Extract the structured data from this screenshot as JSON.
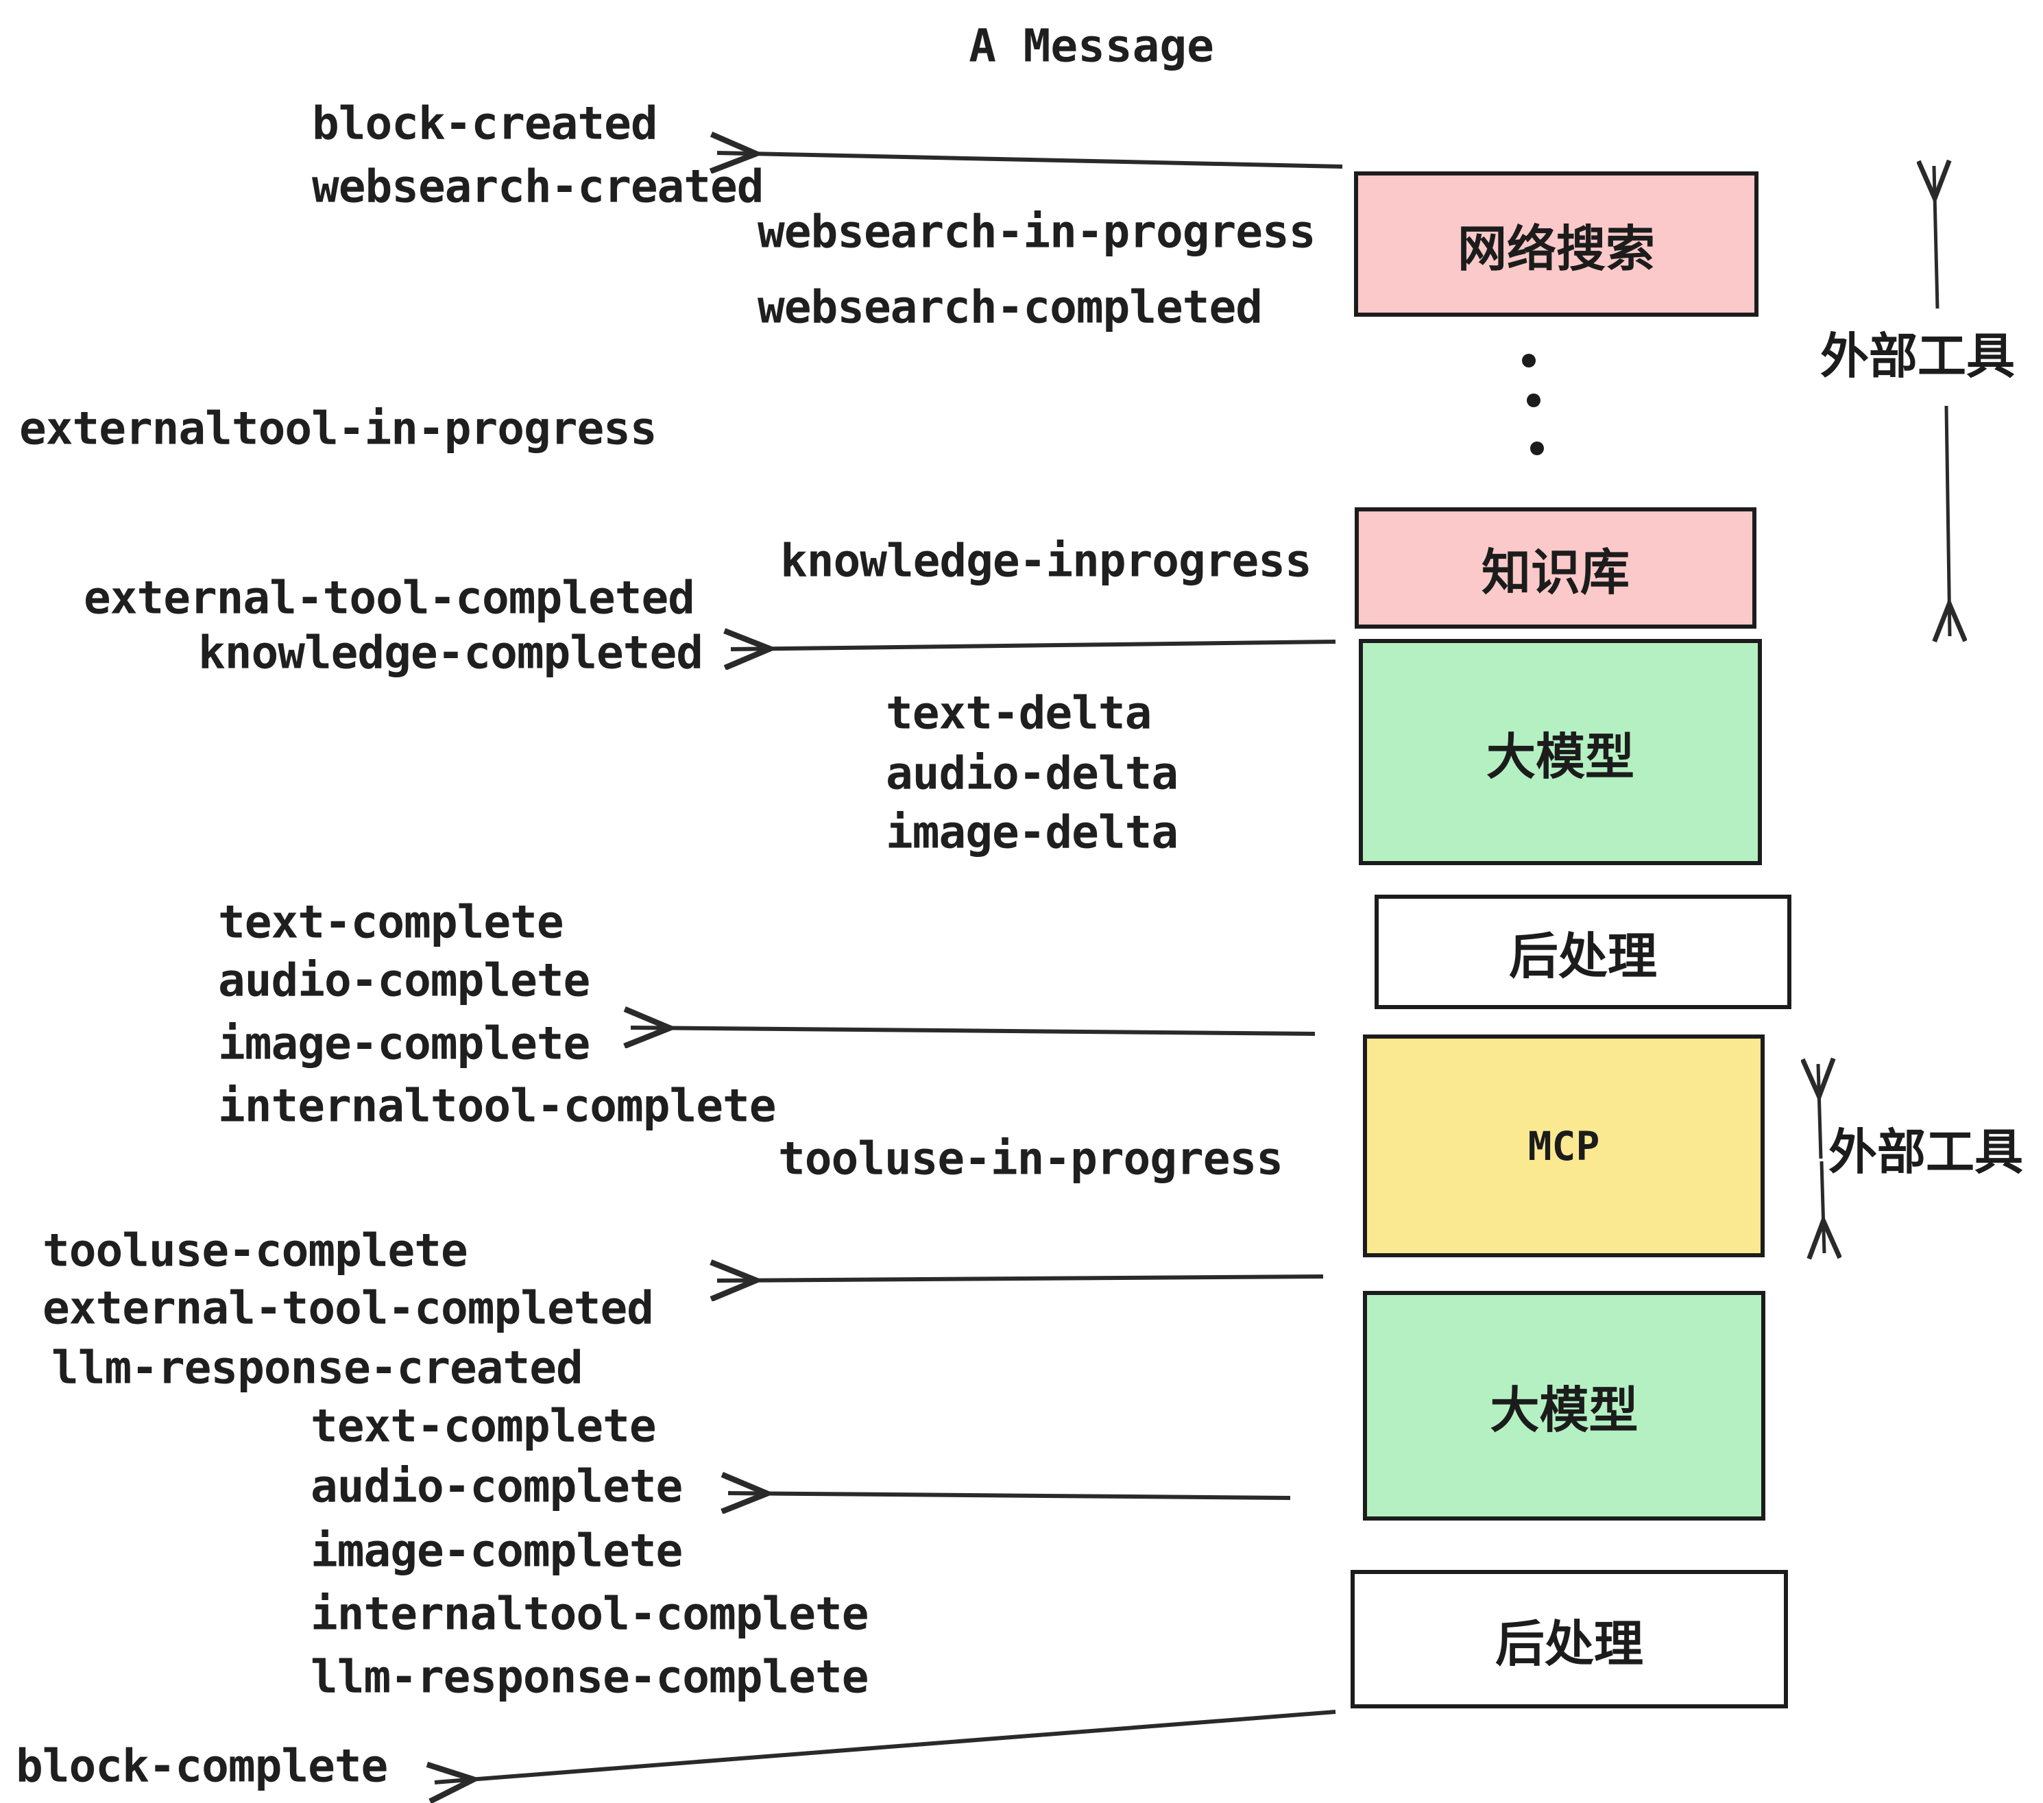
{
  "title": "A Message",
  "colors": {
    "pink": "#fbc9c9",
    "green": "#b4f0c2",
    "yellow": "#fbe992",
    "white": "#ffffff",
    "ink": "#1f1f1f"
  },
  "boxes": [
    {
      "label": "网络搜索"
    },
    {
      "label": "知识库"
    },
    {
      "label": "大模型"
    },
    {
      "label": "后处理"
    },
    {
      "label": "MCP"
    },
    {
      "label": "大模型"
    },
    {
      "label": "后处理"
    }
  ],
  "side_labels": [
    {
      "label": "外部工具"
    },
    {
      "label": "外部工具"
    }
  ],
  "events": [
    {
      "text": "block-created"
    },
    {
      "text": "websearch-created"
    },
    {
      "text": "websearch-in-progress"
    },
    {
      "text": "websearch-completed"
    },
    {
      "text": "externaltool-in-progress"
    },
    {
      "text": "knowledge-inprogress"
    },
    {
      "text": "external-tool-completed"
    },
    {
      "text": "knowledge-completed"
    },
    {
      "text": "text-delta"
    },
    {
      "text": "audio-delta"
    },
    {
      "text": "image-delta"
    },
    {
      "text": "text-complete"
    },
    {
      "text": "audio-complete"
    },
    {
      "text": "image-complete"
    },
    {
      "text": "internaltool-complete"
    },
    {
      "text": "tooluse-in-progress"
    },
    {
      "text": "tooluse-complete"
    },
    {
      "text": "external-tool-completed"
    },
    {
      "text": "llm-response-created"
    },
    {
      "text": "text-complete"
    },
    {
      "text": "audio-complete"
    },
    {
      "text": "image-complete"
    },
    {
      "text": "internaltool-complete"
    },
    {
      "text": "llm-response-complete"
    },
    {
      "text": "block-complete"
    }
  ]
}
